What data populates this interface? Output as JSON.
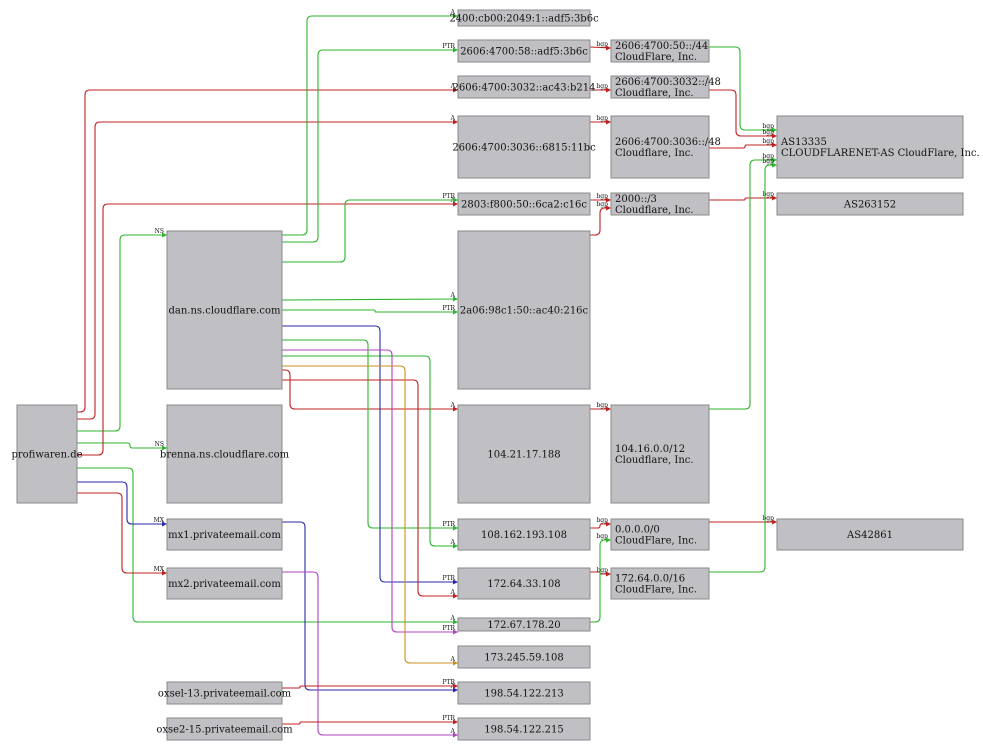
{
  "diagram": {
    "node_fill": "#c0bfc3",
    "node_stroke": "#8a8a8a",
    "edge_colors": {
      "green": "#2db52d",
      "red": "#c02020",
      "blue": "#2a2aa8",
      "magenta": "#b040c0",
      "orange": "#c89020"
    },
    "nodes": [
      {
        "id": "profiwaren",
        "lines": [
          "profiwaren.de"
        ]
      },
      {
        "id": "dan",
        "lines": [
          "dan.ns.cloudflare.com"
        ]
      },
      {
        "id": "brenna",
        "lines": [
          "brenna.ns.cloudflare.com"
        ]
      },
      {
        "id": "mx1",
        "lines": [
          "mx1.privateemail.com"
        ]
      },
      {
        "id": "mx2",
        "lines": [
          "mx2.privateemail.com"
        ]
      },
      {
        "id": "oxsel13",
        "lines": [
          "oxsel-13.privateemail.com"
        ]
      },
      {
        "id": "oxse215",
        "lines": [
          "oxse2-15.privateemail.com"
        ]
      },
      {
        "id": "v6a",
        "lines": [
          "2400:cb00:2049:1::adf5:3b6c"
        ]
      },
      {
        "id": "v6b",
        "lines": [
          "2606:4700:58::adf5:3b6c"
        ]
      },
      {
        "id": "v6c",
        "lines": [
          "2606:4700:3032::ac43:b214"
        ]
      },
      {
        "id": "v6d",
        "lines": [
          "2606:4700:3036::6815:11bc"
        ]
      },
      {
        "id": "v6e",
        "lines": [
          "2803:f800:50::6ca2:c16c"
        ]
      },
      {
        "id": "v6f",
        "lines": [
          "2a06:98c1:50::ac40:216c"
        ]
      },
      {
        "id": "ip1",
        "lines": [
          "104.21.17.188"
        ]
      },
      {
        "id": "ip2",
        "lines": [
          "108.162.193.108"
        ]
      },
      {
        "id": "ip3",
        "lines": [
          "172.64.33.108"
        ]
      },
      {
        "id": "ip4",
        "lines": [
          "172.67.178.20"
        ]
      },
      {
        "id": "ip5",
        "lines": [
          "173.245.59.108"
        ]
      },
      {
        "id": "ip6",
        "lines": [
          "198.54.122.213"
        ]
      },
      {
        "id": "ip7",
        "lines": [
          "198.54.122.215"
        ]
      },
      {
        "id": "pfx1",
        "lines": [
          "2606:4700:50::/44",
          "CloudFlare, Inc."
        ]
      },
      {
        "id": "pfx2",
        "lines": [
          "2606:4700:3032::/48",
          "Cloudflare, Inc."
        ]
      },
      {
        "id": "pfx3",
        "lines": [
          "2606:4700:3036::/48",
          "Cloudflare, Inc."
        ]
      },
      {
        "id": "pfx4",
        "lines": [
          "2000::/3",
          "Cloudflare, Inc."
        ]
      },
      {
        "id": "pfx5",
        "lines": [
          "104.16.0.0/12",
          "Cloudflare, Inc."
        ]
      },
      {
        "id": "pfx6",
        "lines": [
          "0.0.0.0/0",
          "CloudFlare, Inc."
        ]
      },
      {
        "id": "pfx7",
        "lines": [
          "172.64.0.0/16",
          "CloudFlare, Inc."
        ]
      },
      {
        "id": "as1",
        "lines": [
          "AS13335",
          "CLOUDFLARENET-AS CloudFlare, Inc."
        ]
      },
      {
        "id": "as2",
        "lines": [
          "AS263152"
        ]
      },
      {
        "id": "as3",
        "lines": [
          "AS42861"
        ]
      }
    ],
    "edges": [
      {
        "from": "profiwaren",
        "to": "v6c",
        "label": "A",
        "color": "red"
      },
      {
        "from": "profiwaren",
        "to": "v6d",
        "label": "A",
        "color": "red"
      },
      {
        "from": "profiwaren",
        "to": "dan",
        "label": "NS",
        "color": "green"
      },
      {
        "from": "profiwaren",
        "to": "brenna",
        "label": "NS",
        "color": "green"
      },
      {
        "from": "profiwaren",
        "to": "v6e",
        "label": "A",
        "color": "red"
      },
      {
        "from": "profiwaren",
        "to": "ip4",
        "label": "A",
        "color": "green"
      },
      {
        "from": "profiwaren",
        "to": "mx1",
        "label": "MX",
        "color": "blue"
      },
      {
        "from": "profiwaren",
        "to": "mx2",
        "label": "MX",
        "color": "red"
      },
      {
        "from": "dan",
        "to": "v6a",
        "label": "A",
        "color": "green"
      },
      {
        "from": "dan",
        "to": "v6b",
        "label": "PTR",
        "color": "green"
      },
      {
        "from": "dan",
        "to": "v6e",
        "label": "PTR",
        "color": "green"
      },
      {
        "from": "dan",
        "to": "v6f",
        "label": "A",
        "color": "green"
      },
      {
        "from": "dan",
        "to": "v6f",
        "label": "PTR",
        "color": "green"
      },
      {
        "from": "dan",
        "to": "ip1",
        "label": "A",
        "color": "red"
      },
      {
        "from": "dan",
        "to": "ip2",
        "label": "PTR",
        "color": "green"
      },
      {
        "from": "dan",
        "to": "ip2",
        "label": "A",
        "color": "green"
      },
      {
        "from": "dan",
        "to": "ip3",
        "label": "PTR",
        "color": "blue"
      },
      {
        "from": "dan",
        "to": "ip3",
        "label": "A",
        "color": "red"
      },
      {
        "from": "dan",
        "to": "ip5",
        "label": "PTR",
        "color": "magenta"
      },
      {
        "from": "dan",
        "to": "ip5",
        "label": "A",
        "color": "orange"
      },
      {
        "from": "mx1",
        "to": "ip6",
        "label": "A",
        "color": "blue"
      },
      {
        "from": "mx2",
        "to": "ip7",
        "label": "A",
        "color": "magenta"
      },
      {
        "from": "oxsel13",
        "to": "ip6",
        "label": "PTR",
        "color": "red"
      },
      {
        "from": "oxse215",
        "to": "ip7",
        "label": "PTR",
        "color": "red"
      },
      {
        "from": "v6b",
        "to": "pfx1",
        "label": "bgp",
        "color": "red"
      },
      {
        "from": "v6c",
        "to": "pfx2",
        "label": "bgp",
        "color": "red"
      },
      {
        "from": "v6d",
        "to": "pfx3",
        "label": "bgp",
        "color": "red"
      },
      {
        "from": "v6e",
        "to": "pfx4",
        "label": "bgp",
        "color": "red"
      },
      {
        "from": "v6f",
        "to": "pfx4",
        "label": "bgp",
        "color": "red"
      },
      {
        "from": "ip1",
        "to": "pfx5",
        "label": "bgp",
        "color": "red"
      },
      {
        "from": "ip2",
        "to": "pfx6",
        "label": "bgp",
        "color": "red"
      },
      {
        "from": "ip3",
        "to": "pfx7",
        "label": "bgp",
        "color": "red"
      },
      {
        "from": "ip4",
        "to": "pfx6",
        "label": "bgp",
        "color": "green"
      },
      {
        "from": "pfx1",
        "to": "as1",
        "label": "bgp",
        "color": "green"
      },
      {
        "from": "pfx2",
        "to": "as1",
        "label": "bgp",
        "color": "red"
      },
      {
        "from": "pfx3",
        "to": "as1",
        "label": "bgp",
        "color": "red"
      },
      {
        "from": "pfx4",
        "to": "as2",
        "label": "bgp",
        "color": "red"
      },
      {
        "from": "pfx5",
        "to": "as1",
        "label": "bgp",
        "color": "green"
      },
      {
        "from": "pfx6",
        "to": "as3",
        "label": "bgp",
        "color": "red"
      },
      {
        "from": "pfx7",
        "to": "as1",
        "label": "bgp",
        "color": "green"
      }
    ]
  }
}
